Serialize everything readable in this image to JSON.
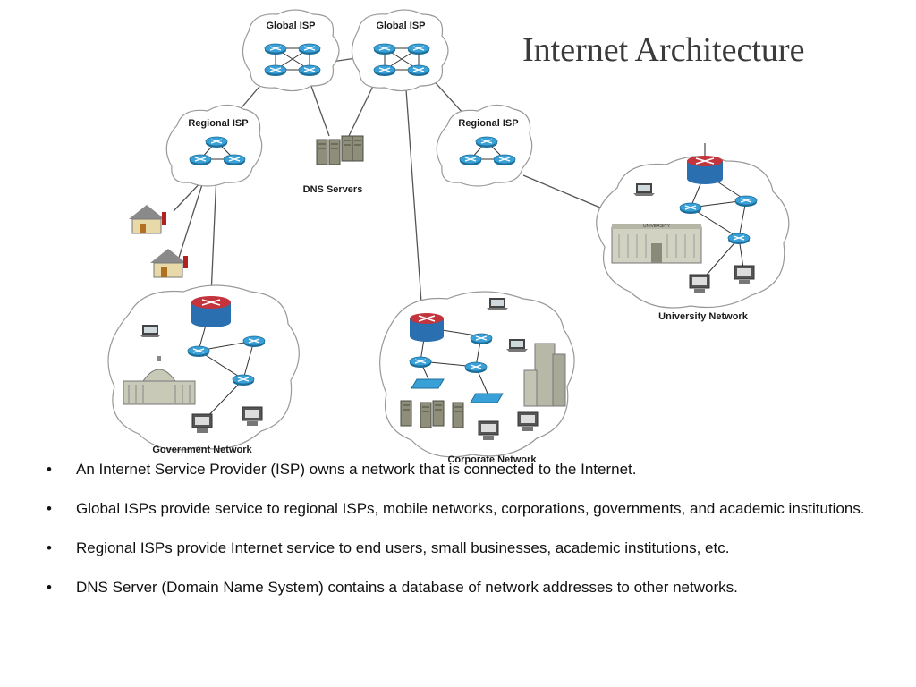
{
  "slide": {
    "title": "Internet Architecture"
  },
  "diagram": {
    "labels": {
      "global_isp_left": "Global ISP",
      "global_isp_right": "Global ISP",
      "regional_isp_left": "Regional ISP",
      "regional_isp_right": "Regional ISP",
      "dns_servers": "DNS Servers",
      "university_network": "University Network",
      "government_network": "Government Network",
      "corporate_network": "Corporate Network",
      "university_sign": "UNIVERSITY"
    },
    "colors": {
      "router": "#2a8fc4",
      "core_router": "#c4343c",
      "cloud_stroke": "#9a9a9a",
      "link": "#555555"
    }
  },
  "bullets": [
    "An Internet Service Provider (ISP) owns a network that is connected to the Internet.",
    "Global ISPs provide service to regional ISPs, mobile networks, corporations, governments, and academic institutions.",
    "Regional ISPs provide Internet service to end users, small businesses, academic institutions, etc.",
    "DNS Server (Domain Name System) contains a database of network addresses to other networks."
  ],
  "bullet_symbol": "•"
}
